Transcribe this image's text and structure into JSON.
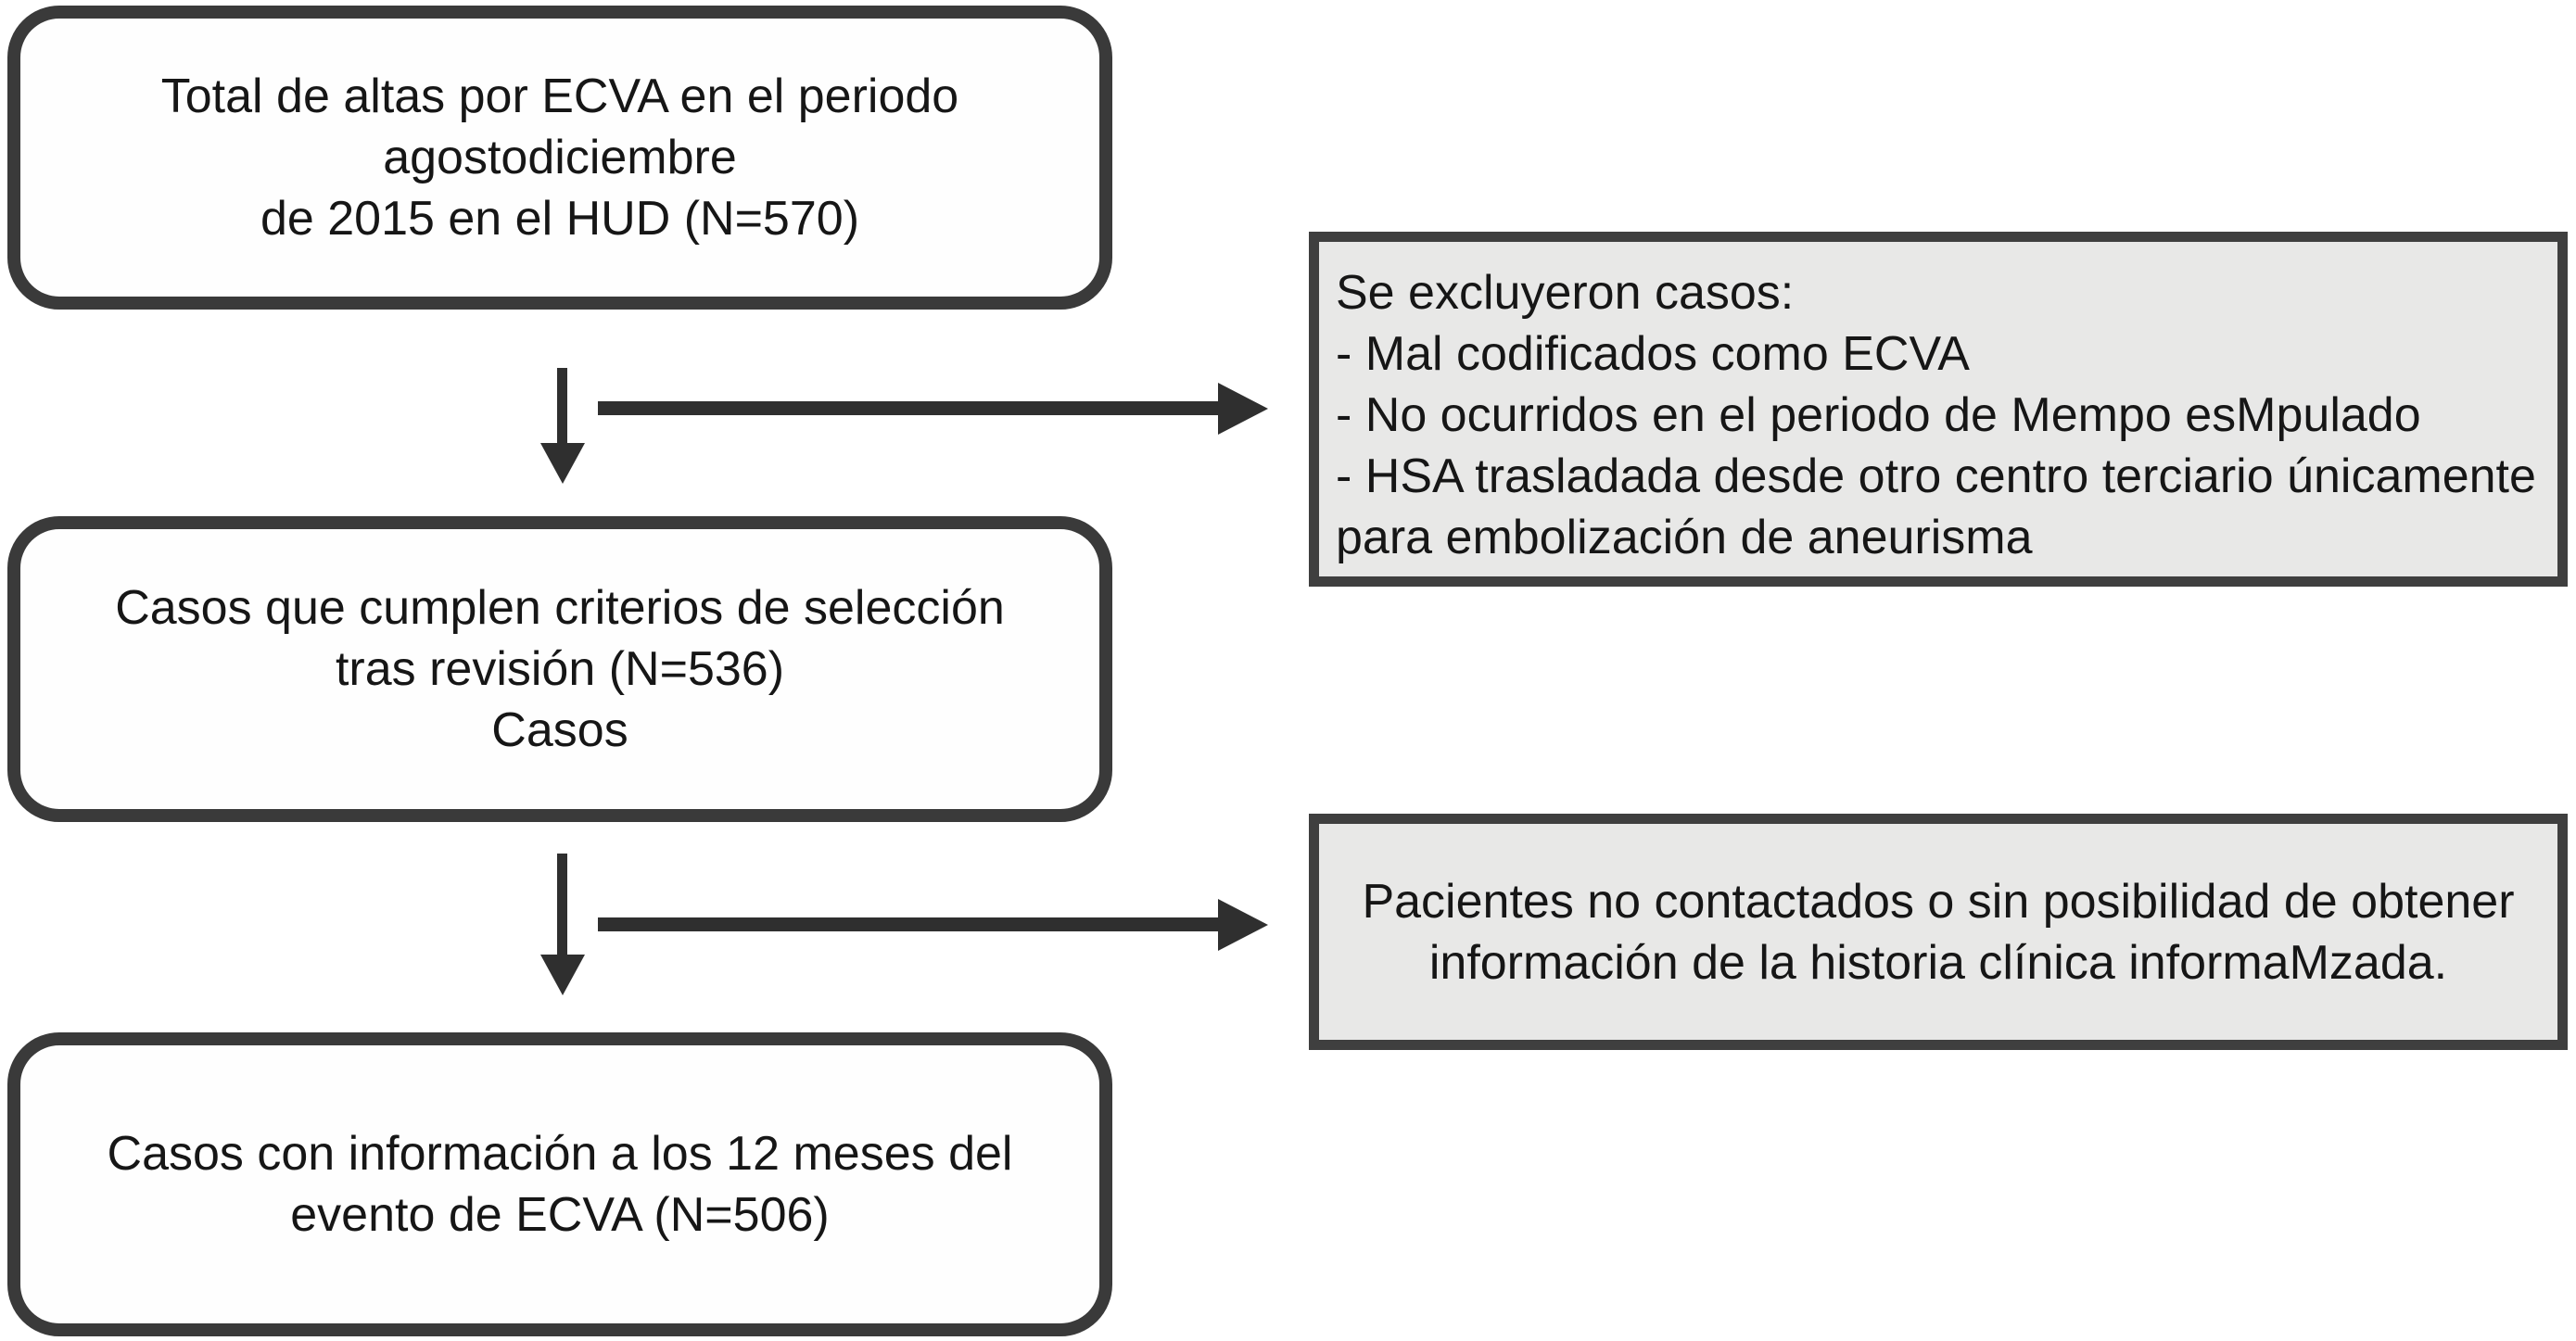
{
  "diagram": {
    "type": "flowchart",
    "language": "es",
    "nodes": {
      "total": {
        "text": "Total de altas por ECVA en el periodo\nagostodiciembre\nde 2015 en el HUD (N=570)",
        "n": "N=570"
      },
      "excluded": {
        "text": "Se excluyeron casos:\n- Mal codificados como ECVA\n- No ocurridos en el periodo de Mempo esMpulado\n- HSA trasladada desde otro centro terciario únicamente\npara embolización de aneurisma"
      },
      "selected": {
        "text": "Casos que cumplen criterios de selección\ntras revisión (N=536)\nCasos",
        "n": "N=536"
      },
      "not_contacted": {
        "text": "Pacientes no contactados o sin posibilidad de obtener\ninformación de la historia clínica informaMzada."
      },
      "followup": {
        "text": "Casos con información a los 12 meses del\nevento de ECVA (N=506)",
        "n": "N=506"
      }
    },
    "colors": {
      "background": "#ffffff",
      "main_box_fill": "#fefefe",
      "main_box_border": "#3a3a3a",
      "side_box_fill": "#e8e8e7",
      "side_box_border": "#3f3f3f",
      "arrow": "#2f2f2f",
      "text": "#161616"
    }
  }
}
